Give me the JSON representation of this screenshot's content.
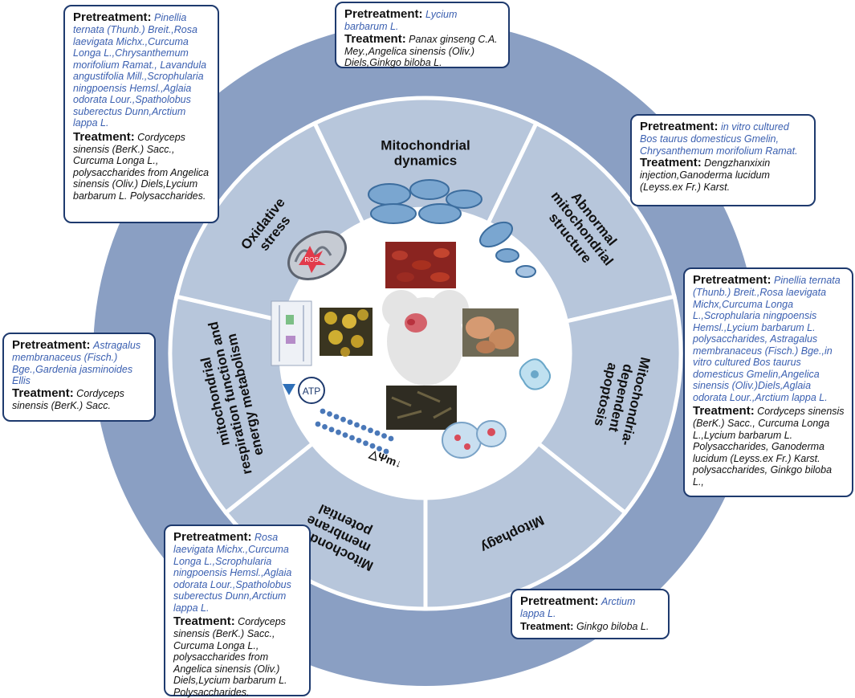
{
  "segments": [
    {
      "id": "dynamics",
      "lines": [
        "Mitochondrial",
        "dynamics"
      ]
    },
    {
      "id": "structure",
      "lines": [
        "Abnormal",
        "mitochondrial",
        "structure"
      ]
    },
    {
      "id": "apoptosis",
      "lines": [
        "Mitochondria-",
        "dependent",
        "apoptosis"
      ]
    },
    {
      "id": "mitophagy",
      "lines": [
        "Mitophagy"
      ]
    },
    {
      "id": "membrane",
      "lines": [
        "Mitochondrial",
        "membrane",
        "potential"
      ]
    },
    {
      "id": "respiration",
      "lines": [
        "mitochondrial",
        "respiration function and",
        "energy metabolism"
      ]
    },
    {
      "id": "oxidative",
      "lines": [
        "Oxidative",
        "stress"
      ]
    }
  ],
  "icons": {
    "ros_label": "ROS",
    "atp_label": "ATP",
    "psi_label": "△Ψm↓"
  },
  "boxes": {
    "top_left": {
      "pre_h": "Pretreatment:",
      "pre": "Pinellia ternata (Thunb.) Breit.,Rosa laevigata Michx.,Curcuma Longa L.,Chrysanthemum morifolium Ramat., Lavandula angustifolia Mill.,Scrophularia ningpoensis Hemsl.,Aglaia odorata Lour.,Spatholobus suberectus Dunn,Arctium lappa L.",
      "trt_h": "Treatment:",
      "trt": "Cordyceps sinensis (BerK.) Sacc., Curcuma Longa L., polysaccharides from Angelica sinensis (Oliv.) Diels,Lycium barbarum L. Polysaccharides."
    },
    "top": {
      "pre_h": "Pretreatment:",
      "pre": "Lycium barbarum L.",
      "trt_h": "Treatment:",
      "trt": "Panax ginseng C.A. Mey.,Angelica sinensis (Oliv.) Diels,Ginkgo biloba L."
    },
    "top_right": {
      "pre_h": "Pretreatment:",
      "pre": "in vitro cultured Bos taurus domesticus Gmelin, Chrysanthemum morifolium Ramat.",
      "trt_h": "Treatment:",
      "trt": "Dengzhanxixin injection,Ganoderma lucidum (Leyss.ex Fr.) Karst."
    },
    "left": {
      "pre_h": "Pretreatment:",
      "pre": "Astragalus membranaceus (Fisch.) Bge.,Gardenia jasminoides Ellis",
      "trt_h": "Treatment:",
      "trt": "Cordyceps sinensis (BerK.) Sacc."
    },
    "right": {
      "pre_h": "Pretreatment:",
      "pre": "Pinellia ternata (Thunb.) Breit.,Rosa laevigata Michx,Curcuma Longa L.,Scrophularia ningpoensis Hemsl.,Lycium barbarum L. polysaccharides, Astragalus membranaceus (Fisch.) Bge.,in vitro cultured Bos taurus domesticus Gmelin,Angelica sinensis (Oliv.)Diels,Aglaia odorata Lour.,Arctium lappa L.",
      "trt_h": "Treatment:",
      "trt": "Cordyceps sinensis (BerK.) Sacc., Curcuma Longa L.,Lycium barbarum L. Polysaccharides, Ganoderma lucidum (Leyss.ex Fr.) Karst. polysaccharides, Ginkgo biloba L.,"
    },
    "bottom_left": {
      "pre_h": "Pretreatment:",
      "pre": "Rosa laevigata Michx.,Curcuma Longa L.,Scrophularia ningpoensis Hemsl.,Aglaia odorata Lour.,Spatholobus suberectus Dunn,Arctium lappa L.",
      "trt_h": "Treatment:",
      "trt": "Cordyceps sinensis (BerK.) Sacc., Curcuma Longa L., polysaccharides from Angelica sinensis (Oliv.) Diels,Lycium barbarum L. Polysaccharides."
    },
    "bottom_right": {
      "pre_h": "Pretreatment:",
      "pre": "Arctium lappa L.",
      "trt_h": "Treatment:",
      "trt": "Ginkgo biloba L."
    }
  },
  "colors": {
    "outer_ring": "#8a9fc3",
    "segment": "#b7c6db",
    "segment_border": "#ffffff",
    "box_border": "#1e3a6e",
    "pretreatment_text": "#3a5fb0"
  }
}
